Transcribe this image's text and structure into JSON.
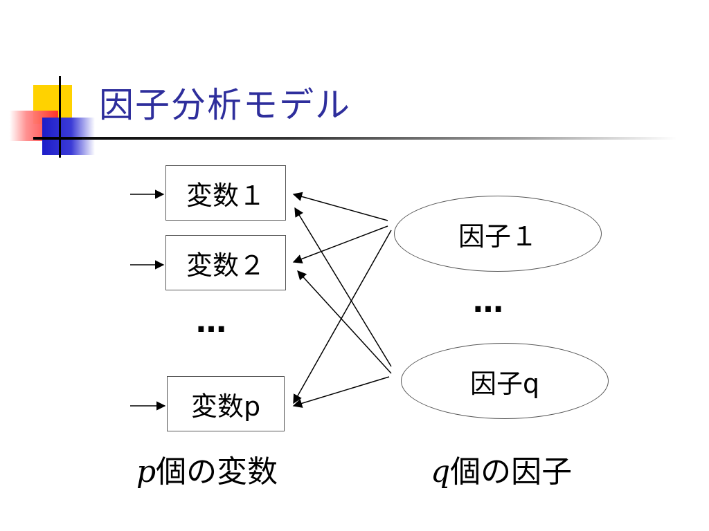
{
  "title": "因子分析モデル",
  "variables": [
    {
      "label": "変数１"
    },
    {
      "label": "変数２"
    },
    {
      "label": "変数p"
    }
  ],
  "variables_ellipsis": "…",
  "factors": [
    {
      "label": "因子１"
    },
    {
      "label": "因子q"
    }
  ],
  "factors_ellipsis": "…",
  "captions": {
    "variables_symbol": "p",
    "variables_text": "個の変数",
    "factors_symbol": "q",
    "factors_text": "個の因子"
  }
}
